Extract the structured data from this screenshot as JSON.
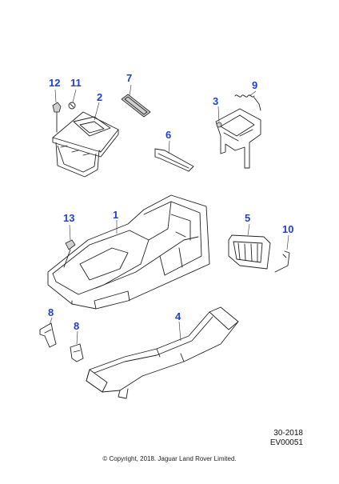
{
  "callouts": {
    "c1": "1",
    "c2": "2",
    "c3": "3",
    "c4": "4",
    "c5": "5",
    "c6": "6",
    "c7": "7",
    "c8a": "8",
    "c8b": "8",
    "c9": "9",
    "c10": "10",
    "c11": "11",
    "c12": "12",
    "c13": "13"
  },
  "reference": {
    "line1": "30-2018",
    "line2": "EV00051"
  },
  "copyright": "© Copyright, 2018. Jaguar Land Rover Limited.",
  "colors": {
    "callout": "#1f3fd6",
    "line": "#222222"
  }
}
